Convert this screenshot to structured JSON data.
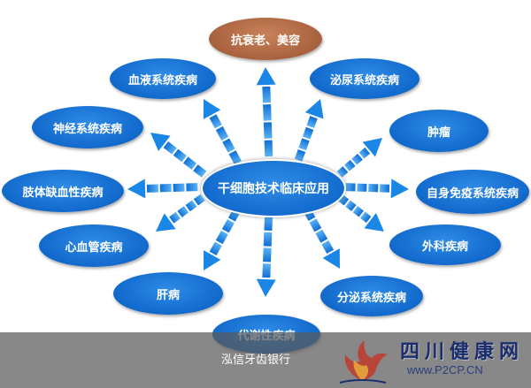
{
  "center": "干细胞技术临床应用",
  "nodes": [
    {
      "label": "抗衰老、美容",
      "color": "brown"
    },
    {
      "label": "泌尿系统疾病",
      "color": "blue"
    },
    {
      "label": "肿瘤",
      "color": "blue"
    },
    {
      "label": "自身免疫系统疾病",
      "color": "blue"
    },
    {
      "label": "外科疾病",
      "color": "blue"
    },
    {
      "label": "分泌系统疾病",
      "color": "blue"
    },
    {
      "label": "代谢性疾病",
      "color": "blue"
    },
    {
      "label": "肝病",
      "color": "blue"
    },
    {
      "label": "心血管疾病",
      "color": "blue"
    },
    {
      "label": "肢体缺血性疾病",
      "color": "blue"
    },
    {
      "label": "神经系统疾病",
      "color": "blue"
    },
    {
      "label": "血液系统疾病",
      "color": "blue"
    }
  ],
  "colors": {
    "node_blue": "#1169cc",
    "node_brown": "#a65f3b",
    "arrow": "#1a86e6",
    "caption_bar": "#5a5a5a",
    "brand_text": "#1a2d6e"
  },
  "caption": "泓信牙齿银行",
  "watermark": {
    "name": "四川健康网",
    "url": "www.P2CP.CN"
  }
}
